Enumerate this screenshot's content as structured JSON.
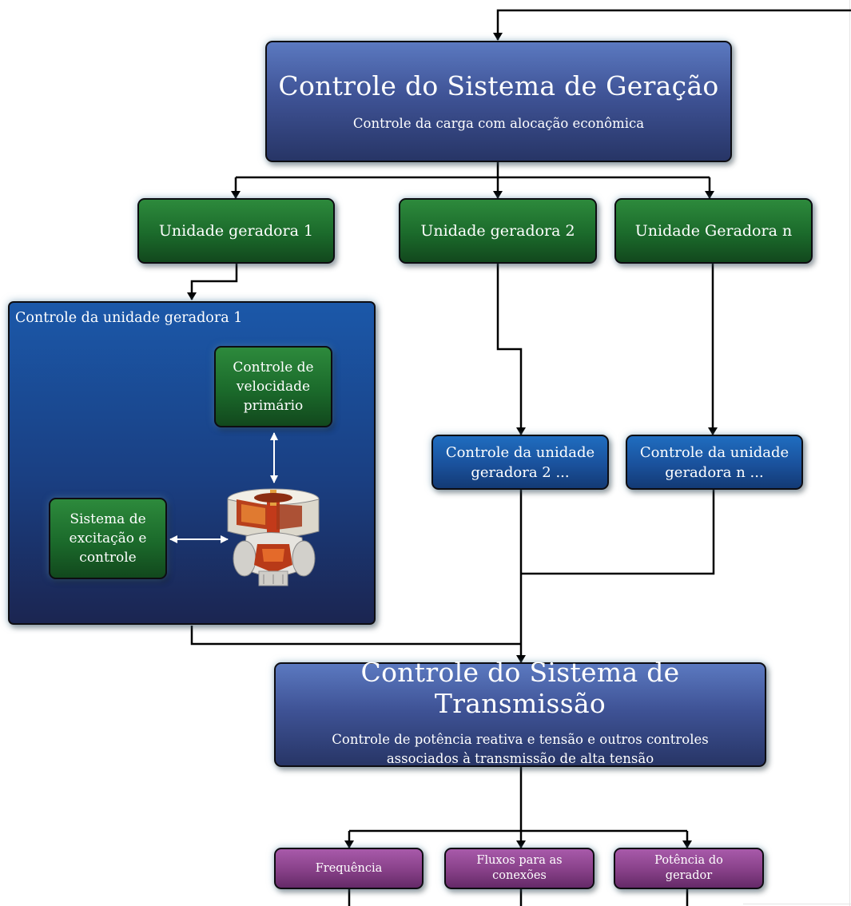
{
  "generation": {
    "title": "Controle do Sistema de Geração",
    "subtitle": "Controle da carga com alocação econômica"
  },
  "units": [
    {
      "label": "Unidade geradora 1"
    },
    {
      "label": "Unidade geradora 2"
    },
    {
      "label": "Unidade Geradora n"
    }
  ],
  "unit1_control": {
    "title": "Controle da unidade geradora 1",
    "speed_control": [
      "Controle de",
      "velocidade",
      "primário"
    ],
    "excitation": [
      "Sistema de",
      "excitação e",
      "controle"
    ]
  },
  "unit_controls": [
    {
      "lines": [
        "Controle da unidade",
        "geradora 2 ..."
      ]
    },
    {
      "lines": [
        "Controle da unidade",
        "geradora n ..."
      ]
    }
  ],
  "transmission": {
    "title": "Controle do Sistema de Transmissão",
    "subtitle_lines": [
      "Controle de potência reativa e tensão e outros controles",
      "associados à transmissão de alta tensão"
    ]
  },
  "outputs": [
    {
      "lines": [
        "Frequência"
      ]
    },
    {
      "lines": [
        "Fluxos para as",
        "conexões"
      ]
    },
    {
      "lines": [
        "Potência do",
        "gerador"
      ]
    }
  ],
  "colors": {
    "system_box": "#3f5396",
    "unit_box": "#1b6a2b",
    "unit_control_box": "#1a519c",
    "output_box": "#874088",
    "wire": "#000000",
    "bidirectional_arrow": "#ffffff"
  },
  "icons": {
    "turbine": "hydro-generator-cutaway-icon"
  }
}
